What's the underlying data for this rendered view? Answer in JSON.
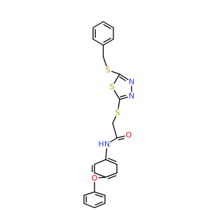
{
  "molecule": {
    "colors": {
      "bond": "#000000",
      "carbon": "#000000",
      "S": "#b8a000",
      "N": "#2a3cf5",
      "O": "#ff0000"
    },
    "atoms": [
      {
        "id": "S1",
        "symbol": "S",
        "label": "S"
      },
      {
        "id": "S_ring",
        "symbol": "S",
        "label": "S"
      },
      {
        "id": "N_a",
        "symbol": "N",
        "label": "N"
      },
      {
        "id": "N_b",
        "symbol": "N",
        "label": "N"
      },
      {
        "id": "S2",
        "symbol": "S",
        "label": "S"
      },
      {
        "id": "O_carbonyl",
        "symbol": "O",
        "label": "O"
      },
      {
        "id": "NH",
        "symbol": "N",
        "label": "N",
        "suffix": "H",
        "suffix_side": "left"
      },
      {
        "id": "O_ether",
        "symbol": "O",
        "label": "O"
      }
    ]
  }
}
